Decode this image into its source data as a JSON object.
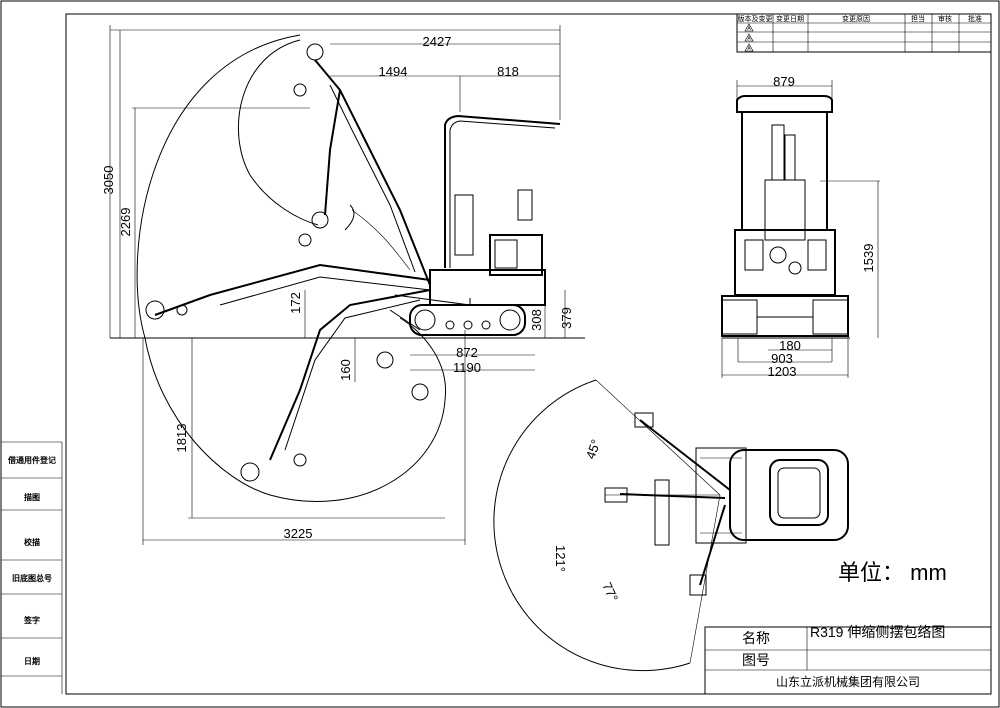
{
  "revision_table": {
    "headers": [
      "版本及变更",
      "变更日期",
      "变更原因",
      "担当",
      "审核",
      "批准"
    ],
    "marks": [
      "A",
      "A",
      "A"
    ]
  },
  "side_column": [
    "借通用件登记",
    "描图",
    "校描",
    "旧底图总号",
    "签字",
    "日期"
  ],
  "dimensions": {
    "top_overall_width": "2427",
    "top_mid_width": "1494",
    "top_cab_width": "818",
    "max_height": "3050",
    "dump_height": "2269",
    "blade_lift": "172",
    "blade_depth": "160",
    "max_dig_depth": "1813",
    "track_length": "872",
    "undercarriage_length": "1190",
    "ground_clearance_height": "308",
    "blade_height": "379",
    "dig_reach_width": "3225",
    "rear_canopy_width": "879",
    "rear_height": "1539",
    "track_width": "180",
    "track_gauge": "903",
    "overall_width": "1203",
    "swing_angle_left": "45°",
    "swing_angle_total": "121°",
    "swing_angle_right": "77°"
  },
  "unit_label": "单位：  mm",
  "title_block": {
    "name_label": "名称",
    "name_value": "R319  伸缩侧摆包络图",
    "drawing_no_label": "图号",
    "company": "山东立派机械集团有限公司"
  }
}
